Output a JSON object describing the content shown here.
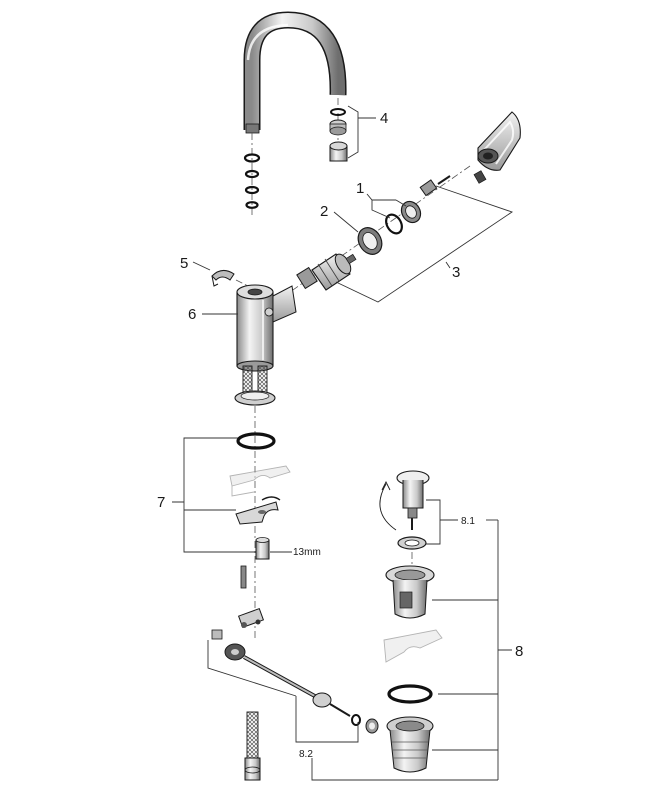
{
  "callouts": {
    "c1": "1",
    "c2": "2",
    "c3": "3",
    "c4": "4",
    "c5": "5",
    "c6": "6",
    "c7": "7",
    "c8": "8",
    "c8_1": "8.1",
    "c8_2": "8.2"
  },
  "dimension": "13mm",
  "colors": {
    "line": "#1a1a1a",
    "metal_light": "#e6e6e6",
    "metal_mid": "#bdbdbd",
    "metal_dark": "#7a7a7a"
  }
}
